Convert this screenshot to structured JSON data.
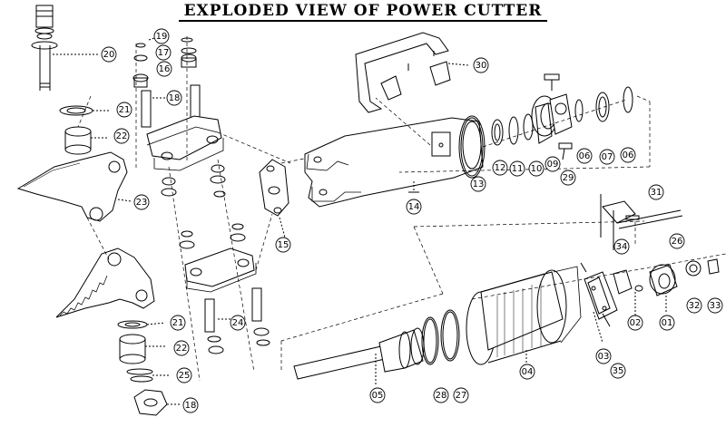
{
  "title": "EXPLODED VIEW OF POWER CUTTER",
  "callouts": [
    {
      "id": "20",
      "label": "20"
    },
    {
      "id": "19",
      "label": "19"
    },
    {
      "id": "17",
      "label": "17"
    },
    {
      "id": "16",
      "label": "16"
    },
    {
      "id": "18",
      "label": "18"
    },
    {
      "id": "21a",
      "label": "21"
    },
    {
      "id": "22a",
      "label": "22"
    },
    {
      "id": "23",
      "label": "23"
    },
    {
      "id": "24",
      "label": "24"
    },
    {
      "id": "15",
      "label": "15"
    },
    {
      "id": "21b",
      "label": "21"
    },
    {
      "id": "22b",
      "label": "22"
    },
    {
      "id": "25",
      "label": "25"
    },
    {
      "id": "18b",
      "label": "18"
    },
    {
      "id": "30",
      "label": "30"
    },
    {
      "id": "13",
      "label": "13"
    },
    {
      "id": "14",
      "label": "14"
    },
    {
      "id": "12",
      "label": "12"
    },
    {
      "id": "11",
      "label": "11"
    },
    {
      "id": "10",
      "label": "10"
    },
    {
      "id": "09",
      "label": "09"
    },
    {
      "id": "29",
      "label": "29"
    },
    {
      "id": "06a",
      "label": "06"
    },
    {
      "id": "07",
      "label": "07"
    },
    {
      "id": "06b",
      "label": "06"
    },
    {
      "id": "31",
      "label": "31"
    },
    {
      "id": "26",
      "label": "26"
    },
    {
      "id": "34",
      "label": "34"
    },
    {
      "id": "32",
      "label": "32"
    },
    {
      "id": "33",
      "label": "33"
    },
    {
      "id": "01",
      "label": "01"
    },
    {
      "id": "02",
      "label": "02"
    },
    {
      "id": "03",
      "label": "03"
    },
    {
      "id": "35",
      "label": "35"
    },
    {
      "id": "04",
      "label": "04"
    },
    {
      "id": "27",
      "label": "27"
    },
    {
      "id": "28",
      "label": "28"
    },
    {
      "id": "05",
      "label": "05"
    }
  ]
}
